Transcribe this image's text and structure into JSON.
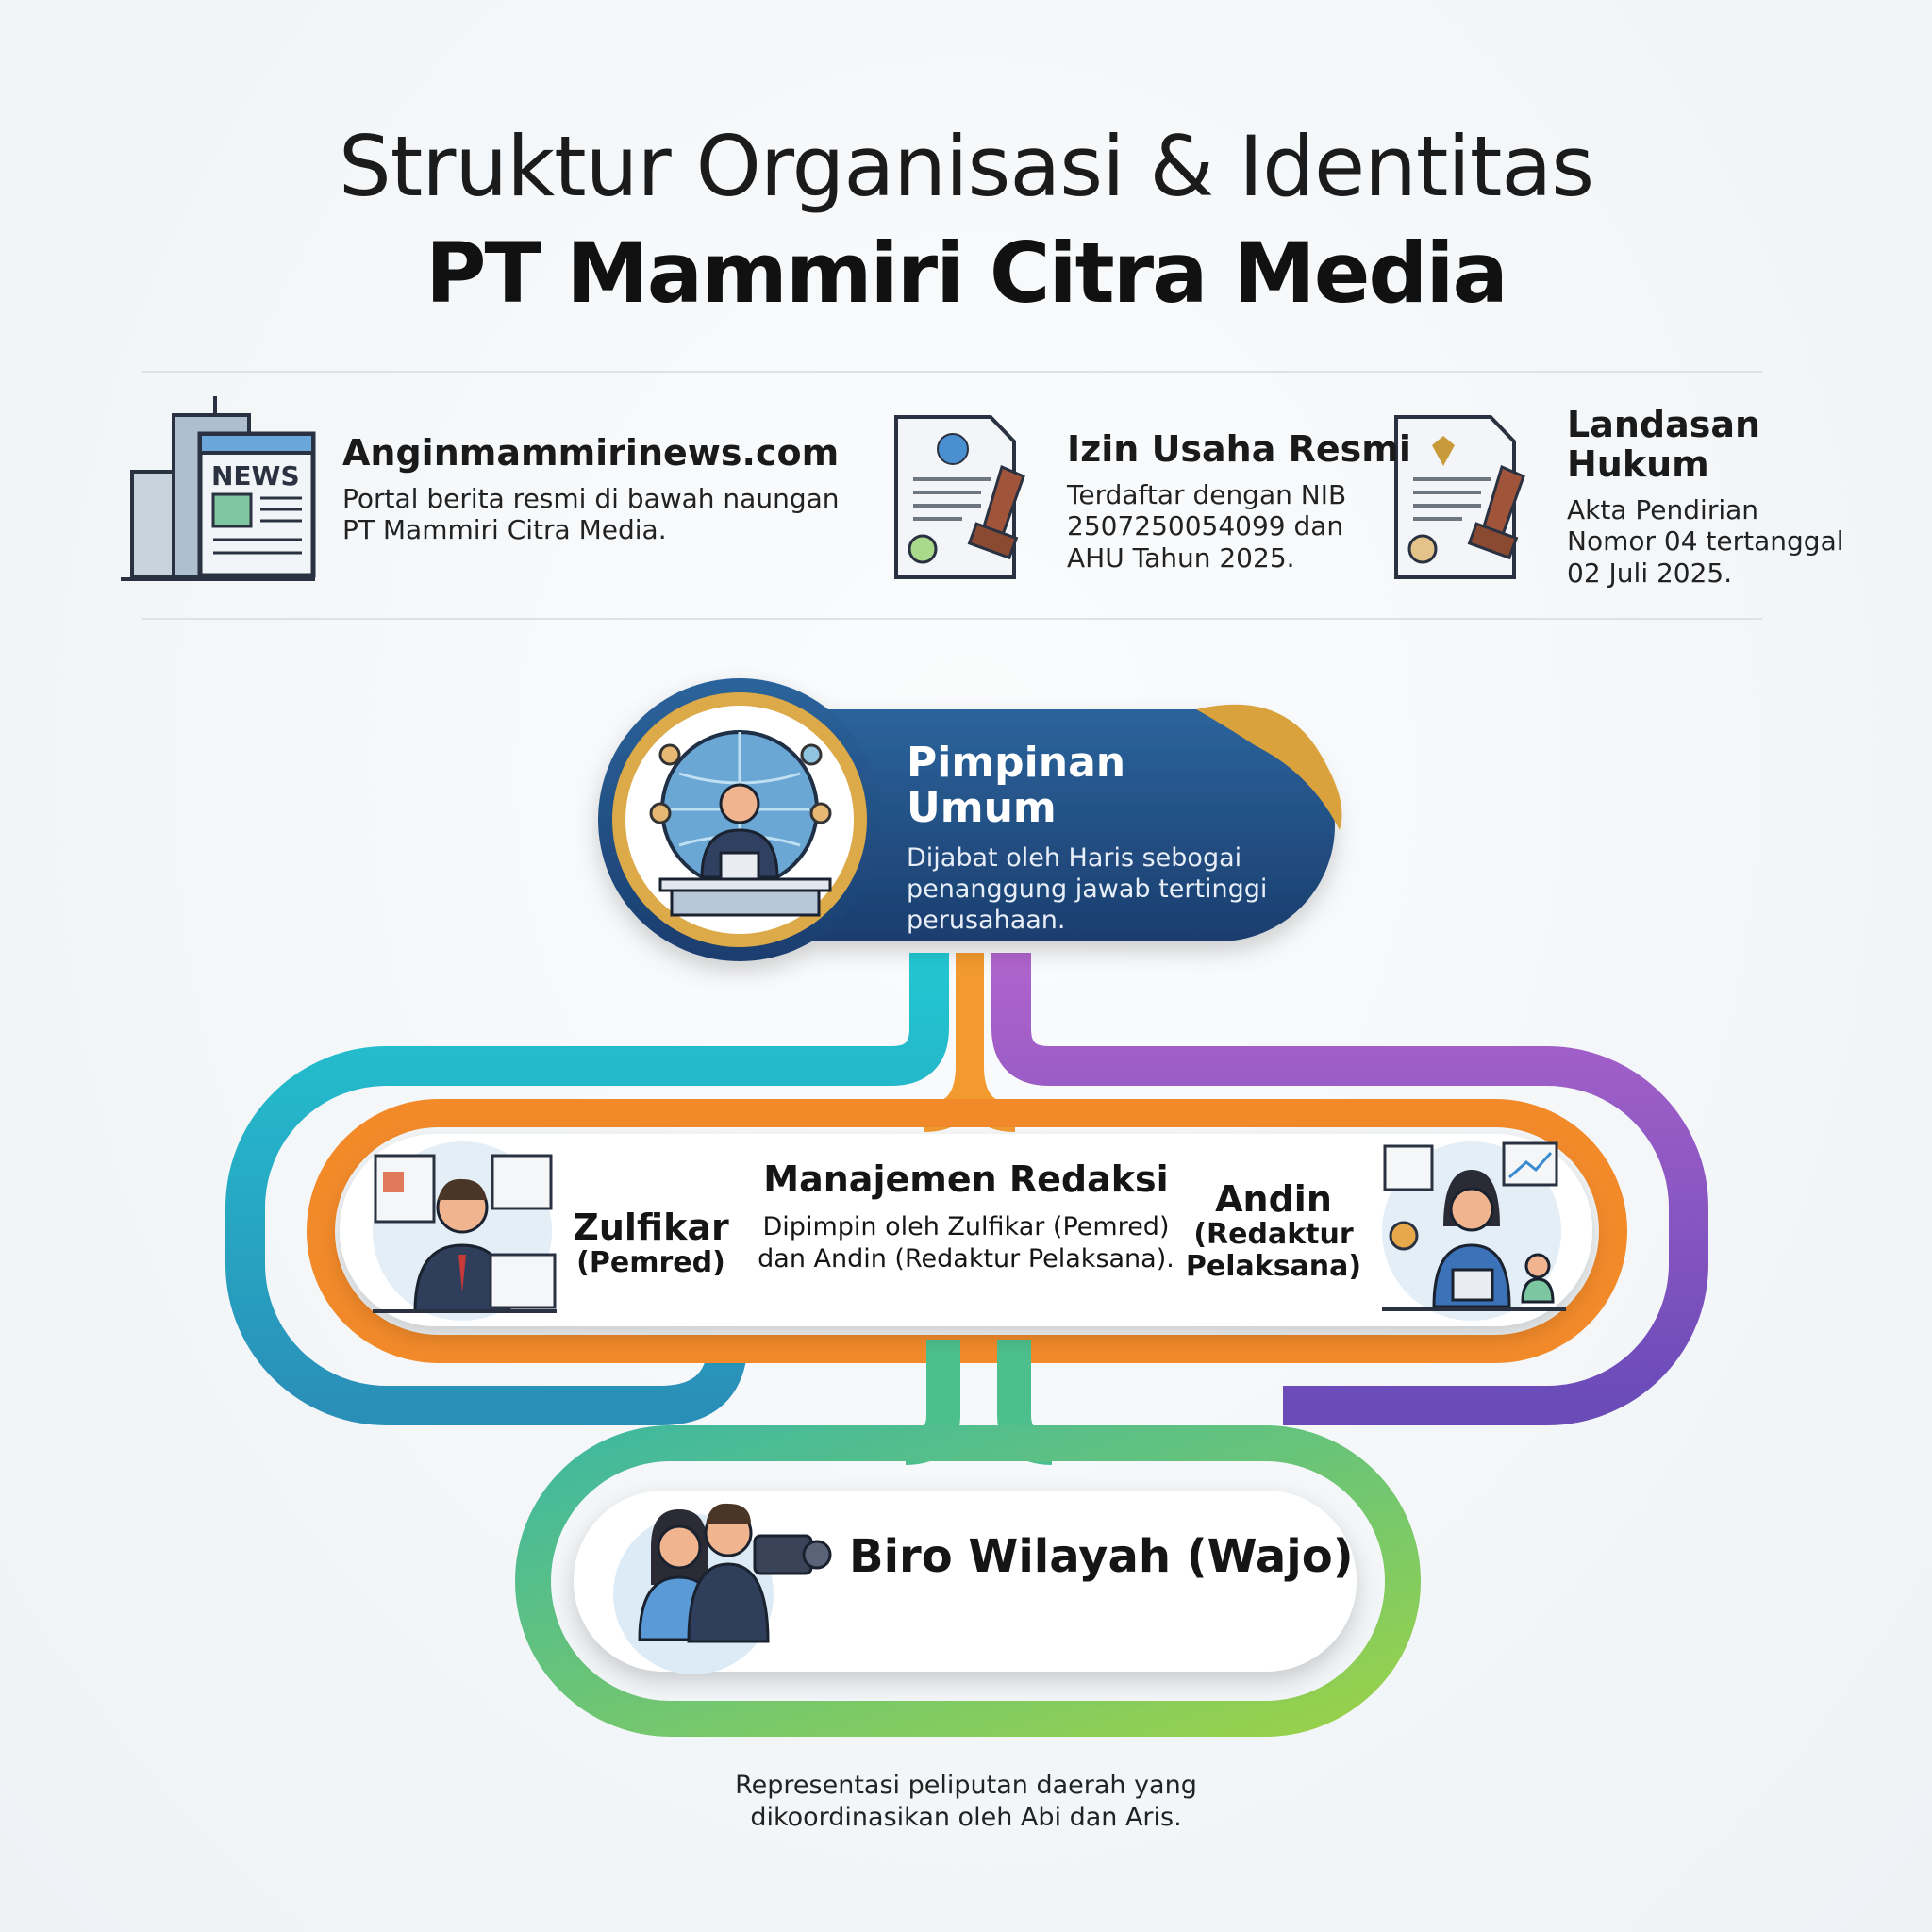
{
  "title": {
    "line1": "Struktur Organisasi & Identitas",
    "line2": "PT Mammiri Citra Media"
  },
  "identity": [
    {
      "icon": "news-building-icon",
      "title": "Anginmammirinews.com",
      "desc_lines": [
        "Portal berita resmi di bawah naungan",
        "PT Mammiri Citra Media."
      ],
      "icon_text": "NEWS"
    },
    {
      "icon": "certificate-stamp-icon",
      "title": "Izin Usaha Resmi",
      "desc_lines": [
        "Terdaftar dengan NIB",
        "2507250054099 dan",
        "AHU Tahun 2025."
      ]
    },
    {
      "icon": "legal-document-stamp-icon",
      "title_lines": [
        "Landasan",
        "Hukum"
      ],
      "desc_lines": [
        "Akta Pendirian",
        "Nomor 04 tertanggal",
        "02 Juli 2025."
      ]
    }
  ],
  "org": {
    "pimpinan": {
      "title_lines": [
        "Pimpinan",
        "Umum"
      ],
      "desc_lines": [
        "Dijabat oleh Haris sebogai",
        "penanggung jawab tertinggi",
        "perusahaan."
      ]
    },
    "redaksi": {
      "title": "Manajemen Redaksi",
      "desc_lines": [
        "Dipimpin oleh Zulfikar (Pemred)",
        "dan Andin (Redaktur Pelaksana)."
      ],
      "left": {
        "name": "Zulfikar",
        "role": "(Pemred)"
      },
      "right": {
        "name": "Andin",
        "role_lines": [
          "(Redaktur",
          "Pelaksana)"
        ]
      }
    },
    "biro": {
      "title": "Biro Wilayah (Wajo)"
    }
  },
  "footer": {
    "lines": [
      "Representasi peliputan daerah yang",
      "dikoordinasikan oleh Abi dan Aris."
    ]
  },
  "colors": {
    "navy": "#1f4b7e",
    "gold": "#d9a23c",
    "teal": "#1fc2cf",
    "purple": "#9a5bc8",
    "orange": "#f28a2a",
    "green": "#7ccb55"
  }
}
